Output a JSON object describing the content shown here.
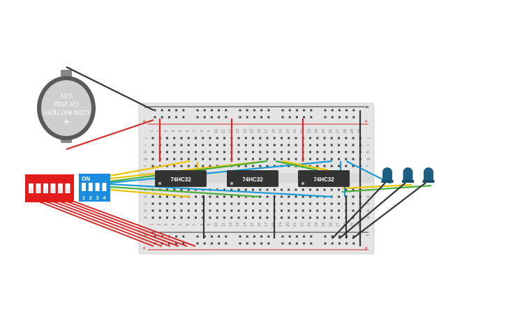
{
  "battery": {
    "label_line1": "COIN BATTERY",
    "label_line2": "CR 2032",
    "label_line3": "3.0V",
    "plus_symbol": "+"
  },
  "breadboard": {
    "plus_symbol": "+",
    "minus_symbol": "−",
    "row_letters_top": [
      "j",
      "i",
      "h",
      "g",
      "f"
    ],
    "row_letters_bottom": [
      "e",
      "d",
      "c",
      "b",
      "a"
    ],
    "column_count": 30,
    "column_numbers": [
      "1",
      "2",
      "3",
      "4",
      "5",
      "6",
      "7",
      "8",
      "9",
      "10",
      "11",
      "12",
      "13",
      "14",
      "15",
      "16",
      "17",
      "18",
      "19",
      "20",
      "21",
      "22",
      "23",
      "24",
      "25",
      "26",
      "27",
      "28",
      "29",
      "30"
    ]
  },
  "chips": [
    {
      "label": "74HC32"
    },
    {
      "label": "74HC32"
    },
    {
      "label": "74HC32"
    }
  ],
  "dip_switch_blue": {
    "on_label": "ON",
    "numbers": [
      "1",
      "2",
      "3",
      "4"
    ]
  },
  "dip_switch_red": {
    "switch_count": 6
  },
  "leds": {
    "count": 3,
    "color": "#1d5f82"
  },
  "colors": {
    "wire_red": "#d42a2a",
    "wire_black": "#333333",
    "wire_yellow": "#e8c400",
    "wire_green": "#4caf3b",
    "wire_blue": "#1a9bd7",
    "board": "#e4e4e4",
    "chip": "#333333",
    "dip_red": "#e21b1b",
    "dip_blue": "#1b8de0",
    "battery_body": "#c9c9c9",
    "battery_rim": "#555555"
  }
}
